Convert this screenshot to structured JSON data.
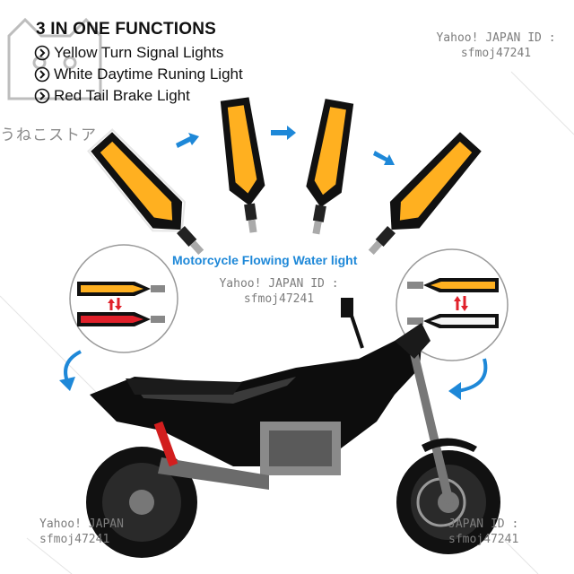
{
  "heading": "3 IN ONE FUNCTIONS",
  "features": [
    {
      "label": "Yellow Turn Signal Lights",
      "icon": "chevron-circle-icon"
    },
    {
      "label": "White Daytime Runing Light",
      "icon": "chevron-circle-icon"
    },
    {
      "label": "Red Tail Brake Light",
      "icon": "chevron-circle-icon"
    }
  ],
  "store_name": "うねこストア",
  "subtitle": "Motorcycle Flowing Water light",
  "watermarks": {
    "top_right": [
      "Yahoo! JAPAN ID :",
      "sfmoj47241"
    ],
    "center": [
      "Yahoo! JAPAN ID :",
      "sfmoj47241"
    ],
    "bottom_left": [
      "Yahoo! JAPAN",
      "sfmoj47241"
    ],
    "bottom_right": [
      "JAPAN ID :",
      "sfmoj47241"
    ]
  },
  "colors": {
    "amber": "#ffb020",
    "red": "#e0202a",
    "white_led": "#f4f4f4",
    "arrow_blue": "#1e88d8",
    "body": "#111111"
  }
}
